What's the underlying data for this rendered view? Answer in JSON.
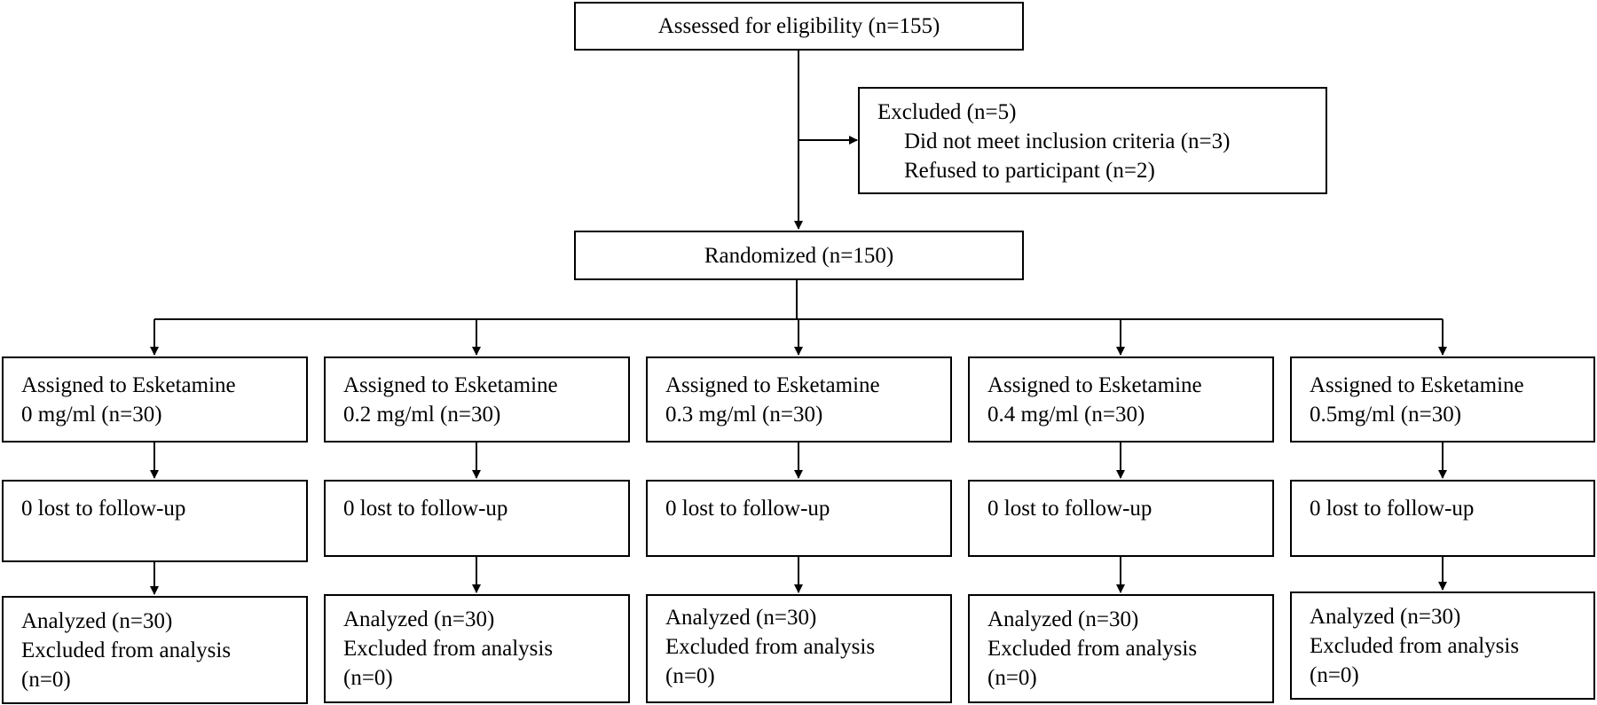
{
  "screening": {
    "assessed": "Assessed for eligibility (n=155)",
    "excluded_title": "Excluded (n=5)",
    "excluded_reasons": [
      "Did not meet inclusion criteria (n=3)",
      "Refused to participant (n=2)"
    ],
    "randomized": "Randomized (n=150)"
  },
  "arms": [
    {
      "assigned": [
        "Assigned to Esketamine",
        "0 mg/ml (n=30)"
      ],
      "lost": "0 lost to follow-up",
      "analyzed": [
        "Analyzed (n=30)",
        "Excluded from analysis",
        "(n=0)"
      ]
    },
    {
      "assigned": [
        "Assigned to Esketamine",
        "0.2 mg/ml (n=30)"
      ],
      "lost": "0 lost to follow-up",
      "analyzed": [
        "Analyzed (n=30)",
        "Excluded from analysis",
        "(n=0)"
      ]
    },
    {
      "assigned": [
        "Assigned to Esketamine",
        "0.3 mg/ml (n=30)"
      ],
      "lost": "0 lost to follow-up",
      "analyzed": [
        "Analyzed (n=30)",
        "Excluded from analysis",
        "(n=0)"
      ]
    },
    {
      "assigned": [
        "Assigned to Esketamine",
        "0.4 mg/ml (n=30)"
      ],
      "lost": "0 lost to follow-up",
      "analyzed": [
        "Analyzed (n=30)",
        "Excluded from analysis",
        "(n=0)"
      ]
    },
    {
      "assigned": [
        "Assigned to Esketamine",
        "0.5mg/ml (n=30)"
      ],
      "lost": "0 lost to follow-up",
      "analyzed": [
        "Analyzed (n=30)",
        "Excluded from analysis",
        "(n=0)"
      ]
    }
  ]
}
